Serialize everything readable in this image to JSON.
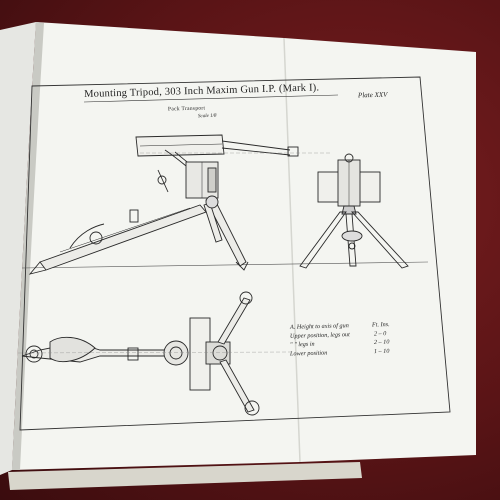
{
  "plate": {
    "title": "Mounting Tripod, 303 Inch Maxim Gun I.P. (Mark I).",
    "plate_number": "Plate XXV",
    "subtitle": "Pack Transport",
    "scale": "Scale 1/8"
  },
  "legend": {
    "rows": [
      {
        "label": "A. Height to axis of gun",
        "value": "Ft. Ins."
      },
      {
        "label": "Upper position, legs out",
        "value": "2 – 0"
      },
      {
        "label": "\"     \"     legs in",
        "value": "2 – 10"
      },
      {
        "label": "Lower position",
        "value": "1 – 10"
      }
    ]
  },
  "colors": {
    "backdrop": "#5a1416",
    "paper": "#f4f5f1",
    "ink": "#2a2a2a"
  }
}
